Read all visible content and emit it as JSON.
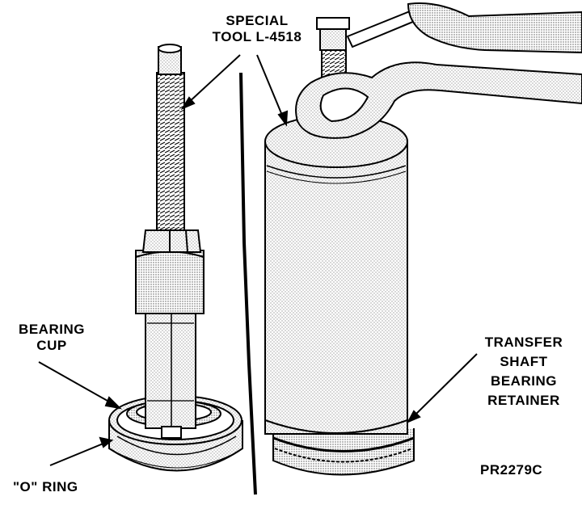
{
  "labels": {
    "special_tool_line1": "SPECIAL",
    "special_tool_line2": "TOOL L-4518",
    "bearing_cup_line1": "BEARING",
    "bearing_cup_line2": "CUP",
    "o_ring": "\"O\" RING",
    "transfer_line1": "TRANSFER",
    "transfer_line2": "SHAFT",
    "transfer_line3": "BEARING",
    "transfer_line4": "RETAINER",
    "figure_code": "PR2279C"
  }
}
